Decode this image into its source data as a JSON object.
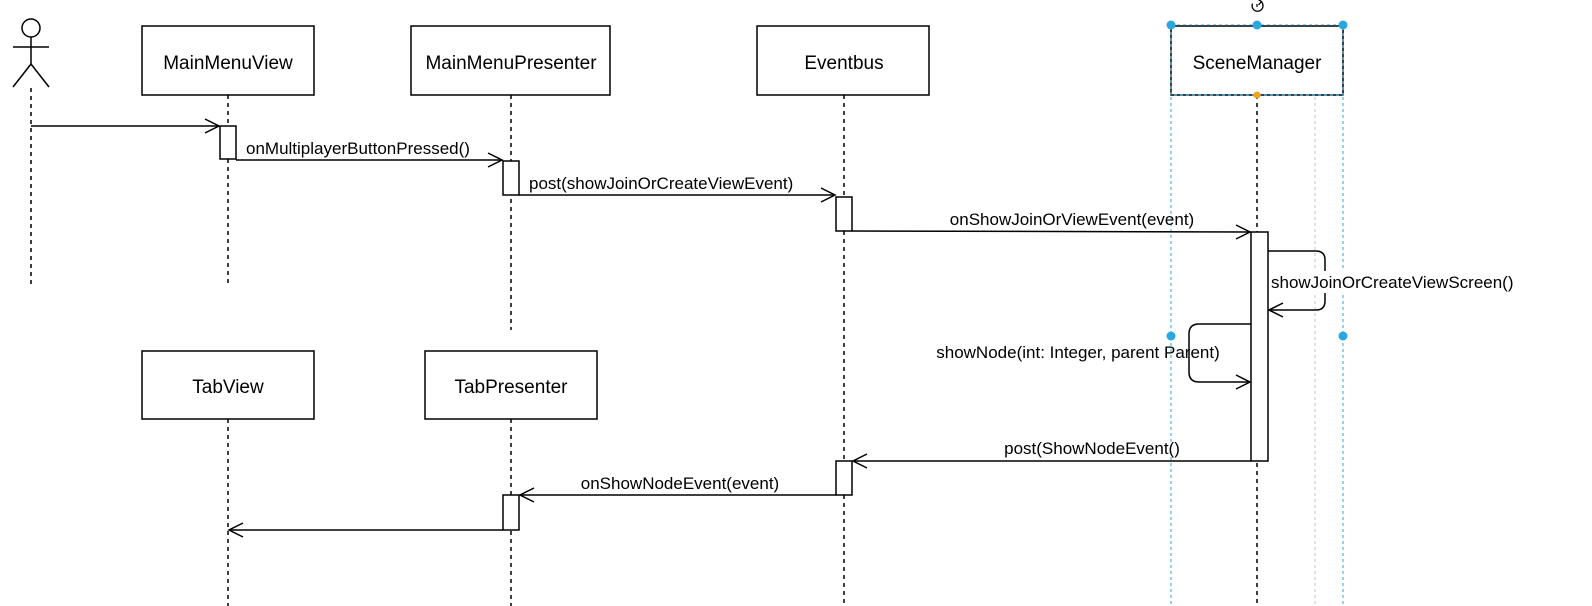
{
  "participants": [
    {
      "id": "actor",
      "label": ""
    },
    {
      "id": "main_menu_view",
      "label": "MainMenuView"
    },
    {
      "id": "main_menu_presenter",
      "label": "MainMenuPresenter"
    },
    {
      "id": "eventbus",
      "label": "Eventbus"
    },
    {
      "id": "scene_manager",
      "label": "SceneManager"
    },
    {
      "id": "tab_view",
      "label": "TabView"
    },
    {
      "id": "tab_presenter",
      "label": "TabPresenter"
    }
  ],
  "messages": [
    {
      "id": "actor_to_view",
      "label": ""
    },
    {
      "id": "on_multiplayer",
      "label": "onMultiplayerButtonPressed()"
    },
    {
      "id": "post_show_join",
      "label": "post(showJoinOrCreateViewEvent)"
    },
    {
      "id": "on_show_join",
      "label": "onShowJoinOrViewEvent(event)"
    },
    {
      "id": "show_join_screen",
      "label": "showJoinOrCreateViewScreen()"
    },
    {
      "id": "show_node",
      "label": "showNode(int: Integer, parent Parent)"
    },
    {
      "id": "post_show_node",
      "label": "post(ShowNodeEvent()"
    },
    {
      "id": "on_show_node",
      "label": "onShowNodeEvent(event)"
    },
    {
      "id": "to_tab_view",
      "label": ""
    }
  ],
  "editor": {
    "selected_participant": "scene_manager",
    "rotate_handle_icon": "rotate-icon",
    "selection_color": "#29a8e0",
    "anchor_color": "#f2a318"
  }
}
